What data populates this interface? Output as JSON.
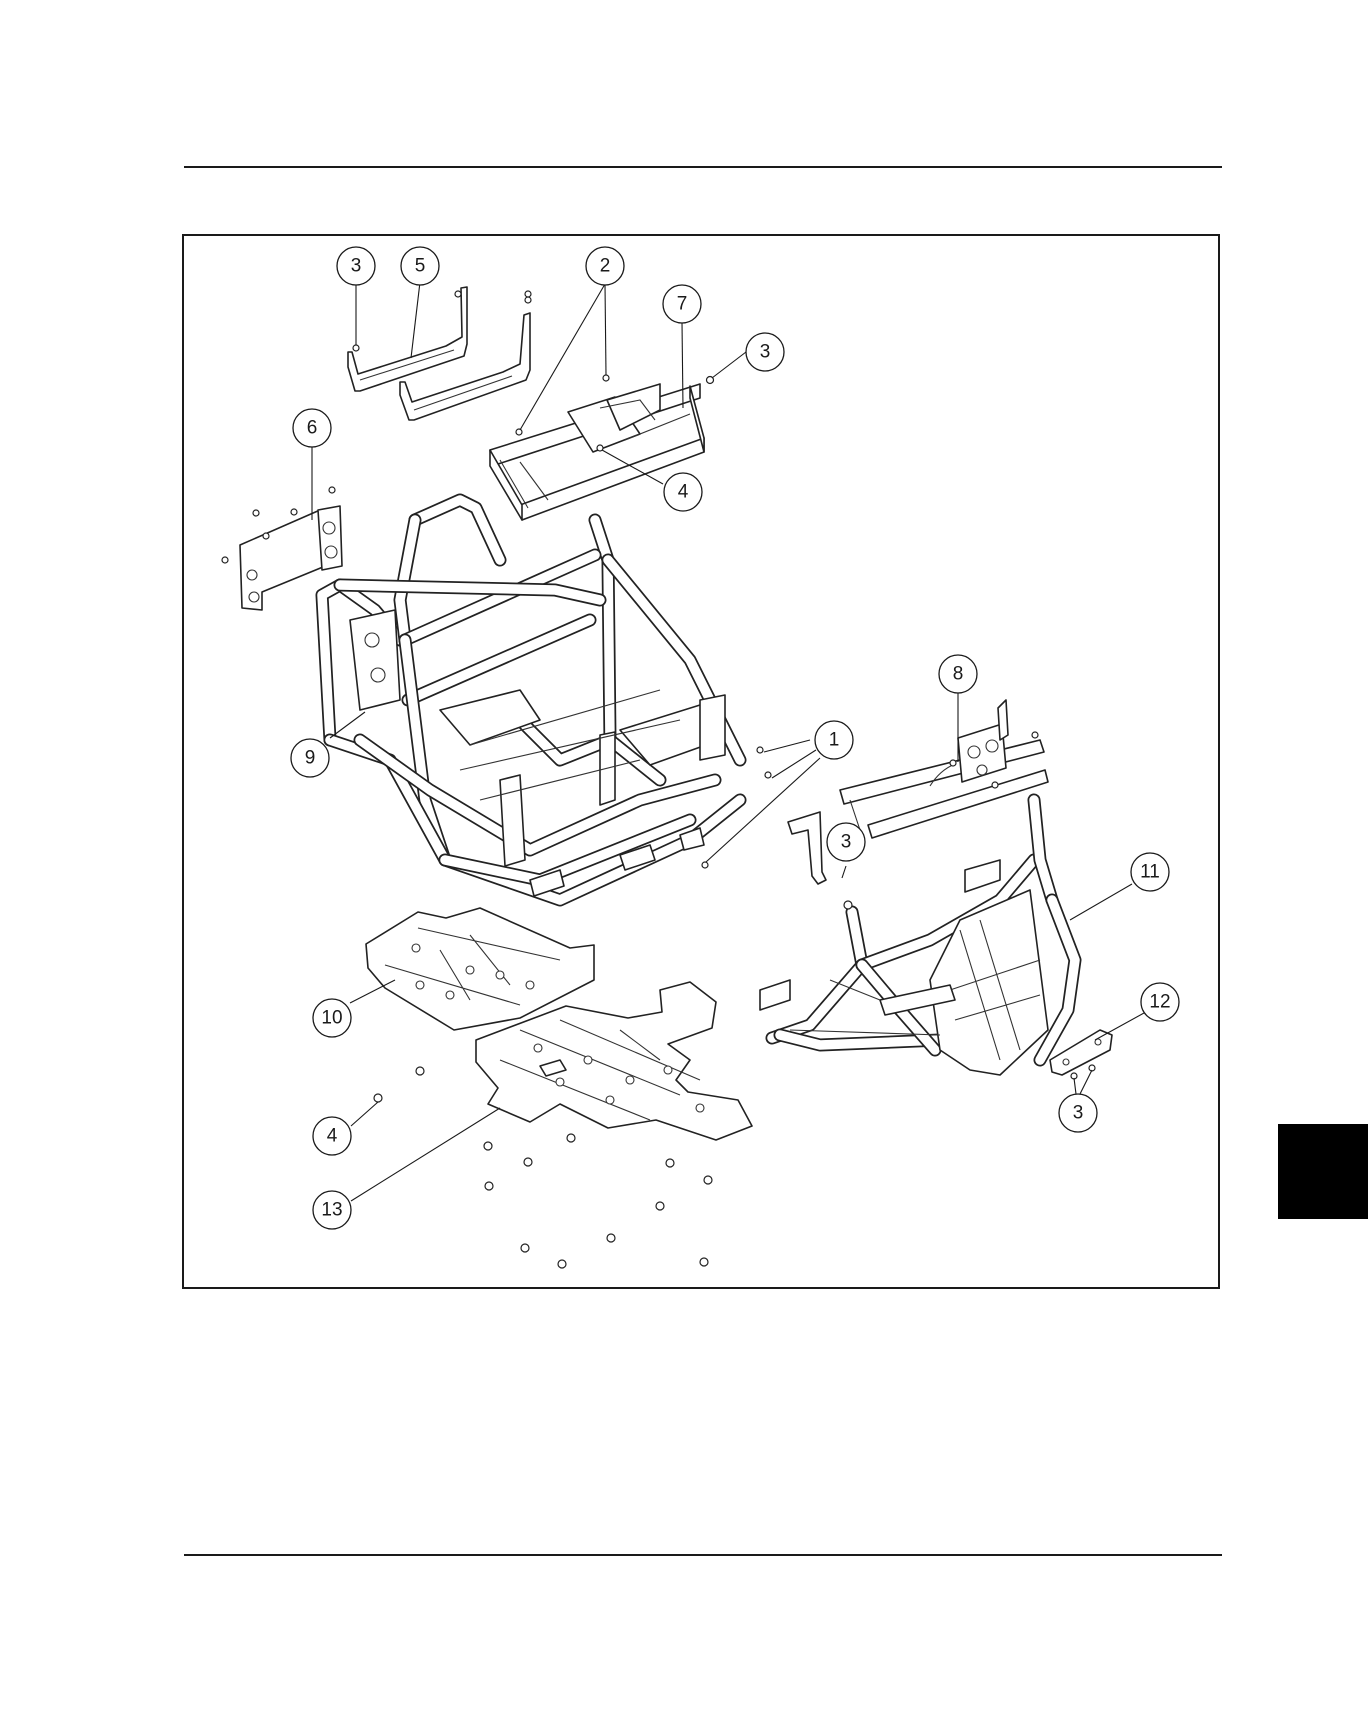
{
  "figure": {
    "callouts": [
      {
        "id": "c3a",
        "label": "3"
      },
      {
        "id": "c5",
        "label": "5"
      },
      {
        "id": "c2",
        "label": "2"
      },
      {
        "id": "c7",
        "label": "7"
      },
      {
        "id": "c3b",
        "label": "3"
      },
      {
        "id": "c6",
        "label": "6"
      },
      {
        "id": "c4a",
        "label": "4"
      },
      {
        "id": "c8",
        "label": "8"
      },
      {
        "id": "c1",
        "label": "1"
      },
      {
        "id": "c9",
        "label": "9"
      },
      {
        "id": "c3c",
        "label": "3"
      },
      {
        "id": "c11",
        "label": "11"
      },
      {
        "id": "c12",
        "label": "12"
      },
      {
        "id": "c10",
        "label": "10"
      },
      {
        "id": "c3d",
        "label": "3"
      },
      {
        "id": "c4b",
        "label": "4"
      },
      {
        "id": "c13",
        "label": "13"
      }
    ]
  },
  "colors": {
    "line": "#1a1a1a",
    "tab": "#000000",
    "background": "#ffffff"
  }
}
